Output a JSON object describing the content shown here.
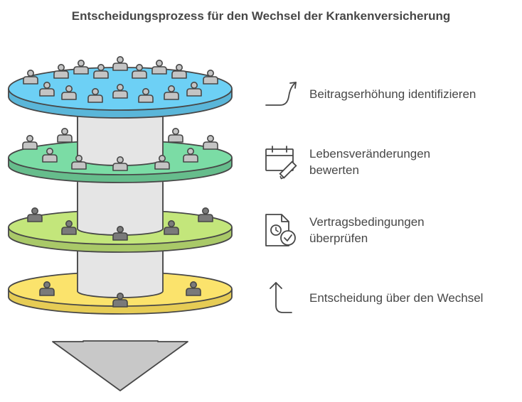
{
  "title": "Entscheidungsprozess für den Wechsel der Krankenversicherung",
  "steps": [
    {
      "lines": [
        "Beitragserhöhung identifizieren"
      ],
      "icon": "trending-up-arrow-icon",
      "color": "#6dd0f5"
    },
    {
      "lines": [
        "Lebensveränderungen",
        "bewerten"
      ],
      "icon": "calendar-edit-icon",
      "color": "#7bdca5"
    },
    {
      "lines": [
        "Vertragsbedingungen",
        "überprüfen"
      ],
      "icon": "document-clock-check-icon",
      "color": "#c3e67b"
    },
    {
      "lines": [
        "Entscheidung über den Wechsel"
      ],
      "icon": "up-arrow-icon",
      "color": "#fbe36c"
    }
  ],
  "colors": {
    "text": "#474747",
    "outline": "#474747",
    "person_light": "#c4c4c4",
    "person_dark": "#7a7a7a",
    "column": "#e5e5e5",
    "arrow": "#c8c8c8"
  }
}
